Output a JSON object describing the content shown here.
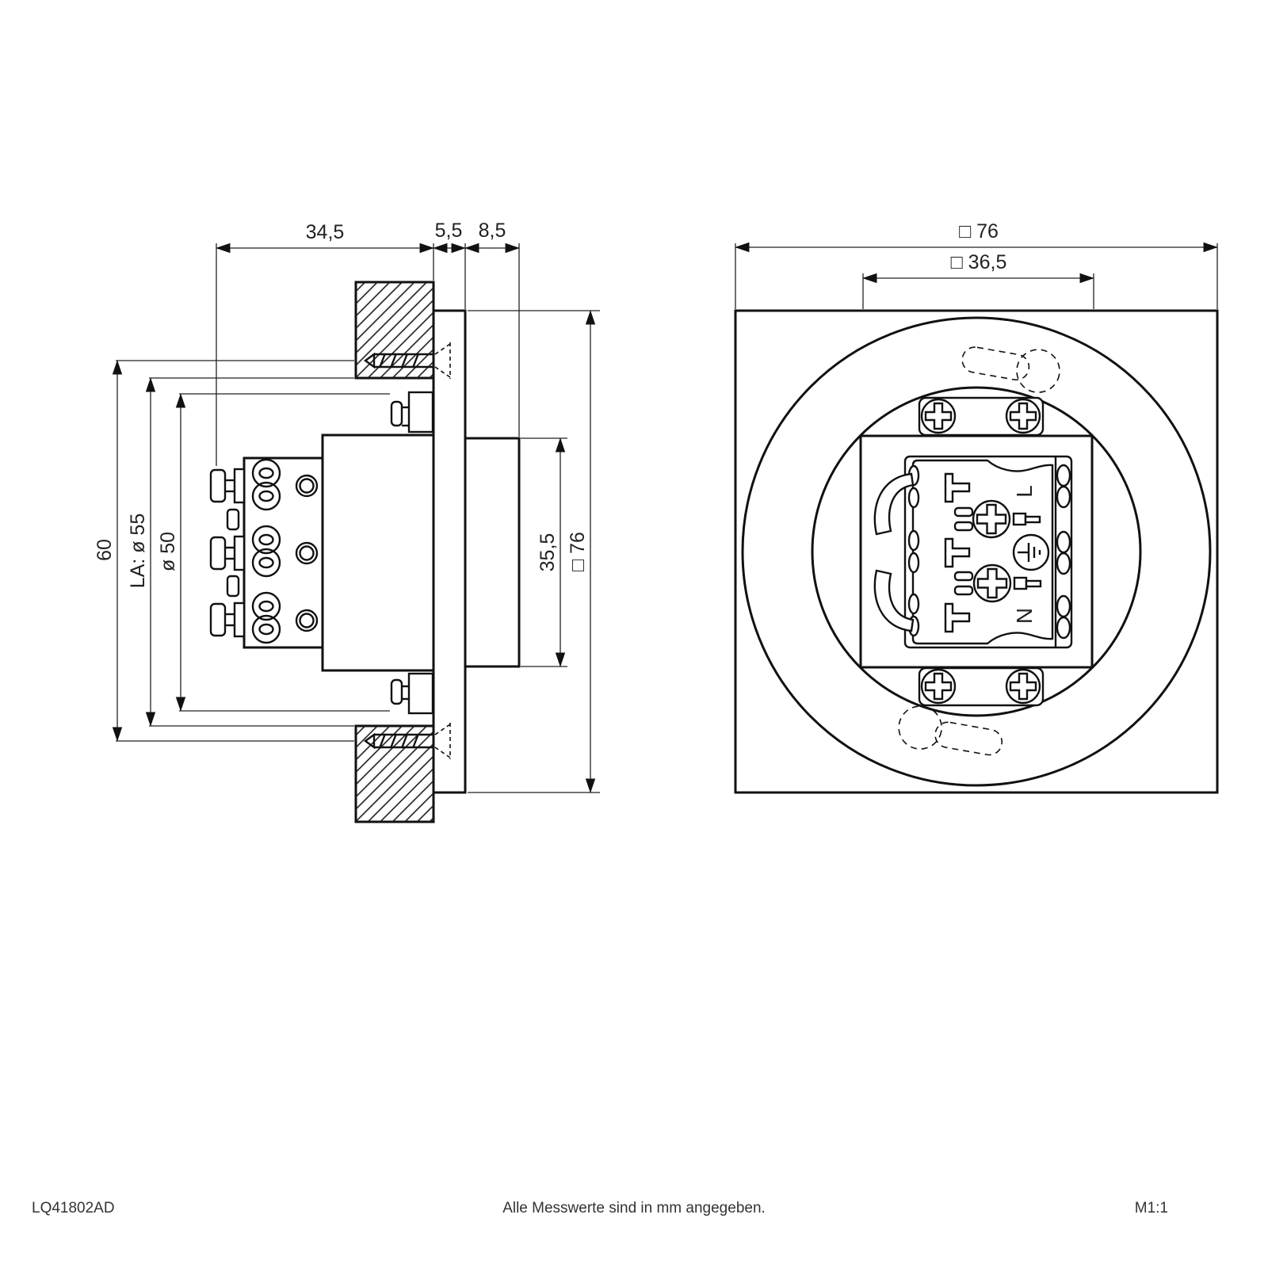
{
  "drawing": {
    "part_number": "LQ41802AD",
    "note": "Alle Messwerte sind in mm angegeben.",
    "scale_label": "M1:1"
  },
  "side_view": {
    "dim_depth": "34,5",
    "dim_panel_thickness": "5,5",
    "dim_front_protrusion": "8,5",
    "dim_screw_spacing": "60",
    "dim_cutout": "LA: ø 55",
    "dim_body_diameter": "ø 50",
    "dim_front_height": "35,5",
    "dim_panel_square": "□ 76"
  },
  "front_view": {
    "dim_panel_square": "□ 76",
    "dim_inner_square": "□ 36,5",
    "terminal_live": "L",
    "terminal_neutral": "N"
  }
}
